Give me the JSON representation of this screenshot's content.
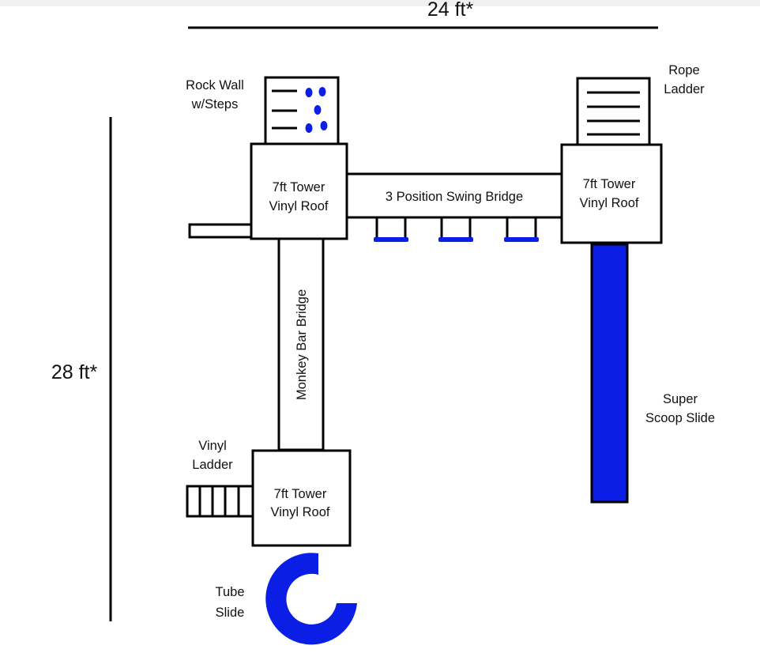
{
  "dimensions": {
    "width_label": "24 ft*",
    "height_label": "28 ft*"
  },
  "towers": {
    "top_left": {
      "line1": "7ft Tower",
      "line2": "Vinyl Roof"
    },
    "top_right": {
      "line1": "7ft Tower",
      "line2": "Vinyl Roof"
    },
    "bottom_left": {
      "line1": "7ft Tower",
      "line2": "Vinyl Roof"
    }
  },
  "bridges": {
    "swing_bridge": "3 Position Swing Bridge",
    "monkey_bar_bridge": "Monkey Bar Bridge"
  },
  "accessories": {
    "rock_wall": {
      "line1": "Rock Wall",
      "line2": "w/Steps"
    },
    "rope_ladder": {
      "line1": "Rope",
      "line2": "Ladder"
    },
    "vinyl_ladder": {
      "line1": "Vinyl",
      "line2": "Ladder"
    },
    "scoop_slide": {
      "line1": "Super",
      "line2": "Scoop Slide"
    },
    "tube_slide": {
      "line1": "Tube",
      "line2": "Slide"
    }
  },
  "colors": {
    "slide_blue": "#0a1ee6",
    "outline": "#000000"
  }
}
